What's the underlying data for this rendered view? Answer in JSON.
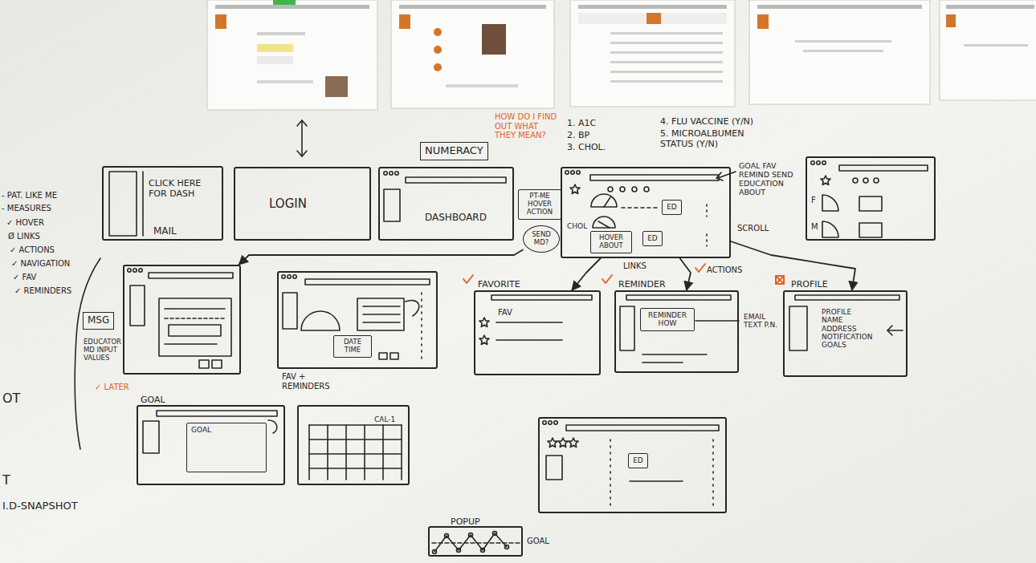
{
  "diagram": {
    "nodes": [
      {
        "text": [
          "CLICK HERE FOR DASH",
          "MAIL"
        ]
      },
      {
        "text": [
          "LOGIN"
        ]
      },
      {
        "text": [
          "NUMERACY",
          "DASHBOARD"
        ]
      },
      {
        "text": [
          "PT-ME HOVER ACTION"
        ]
      },
      {
        "text": [
          "SEND MD?"
        ]
      },
      {
        "text": [
          "CHOL"
        ]
      },
      {
        "text": [
          "ED"
        ],
        "in": 5
      },
      {
        "text": [
          "HOVER ABOUT"
        ],
        "in": 5
      },
      {
        "text": [
          "ED"
        ],
        "in": 5
      },
      {
        "text": [
          "F",
          "M"
        ]
      },
      {
        "text": [
          "MSG",
          "EDUCATOR MD INPUT VALUES"
        ]
      },
      {
        "text": [
          "FAV + REMINDERS"
        ]
      },
      {
        "text": [
          "DATE TIME"
        ],
        "in": 11
      },
      {
        "text": [
          "FAVORITE",
          "FAV"
        ]
      },
      {
        "text": [
          "REMINDER"
        ]
      },
      {
        "text": [
          "REMINDER HOW"
        ],
        "in": 14
      },
      {
        "text": [
          "PROFILE",
          "PROFILE NAME ADDRESS NOTIFICATION GOALS"
        ]
      },
      {
        "text": [
          "GOAL"
        ]
      },
      {
        "text": [
          "GOAL"
        ],
        "in": 17
      },
      {
        "text": [
          "CAL-1"
        ]
      },
      {
        "text": []
      },
      {
        "text": [
          "ED"
        ],
        "in": 20
      },
      {
        "text": [
          "POPUP"
        ]
      }
    ],
    "edges": [
      {
        "from": 4,
        "to": 10,
        "arrow": "to"
      },
      {
        "from": 5,
        "to": 13,
        "arrow": "to"
      },
      {
        "from": 5,
        "to": 14,
        "arrow": "to"
      },
      {
        "from": 5,
        "to": 16,
        "arrow": "to"
      }
    ],
    "labels": [
      "- PAT. LIKE ME",
      "- MEASURES",
      "✓ HOVER",
      "Ø LINKS",
      "✓ ACTIONS",
      "✓ NAVIGATION",
      "✓ FAV",
      "✓ REMINDERS",
      "HOW DO I FIND OUT WHAT THEY MEAN?",
      "1. A1C",
      "2. BP",
      "3. CHOL.",
      "4. FLU VACCINE (Y/N)",
      "5. MICROALBUMEN STATUS (Y/N)",
      "GOAL FAV REMIND SEND EDUCATION ABOUT",
      "SCROLL",
      "LINKS",
      "ACTIONS",
      "EMAIL TEXT P.N.",
      "✓ LATER",
      "OT",
      "T",
      "I.D-SNAPSHOT",
      "GOAL"
    ]
  }
}
